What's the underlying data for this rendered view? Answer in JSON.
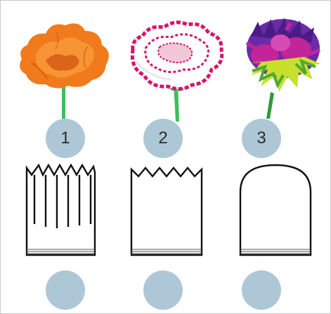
{
  "flowers": [
    {
      "name": "orange-flower",
      "number": "1",
      "colors": {
        "petal": "#f07a1c",
        "petal_dark": "#c9490c",
        "petal_light": "#f89a3a",
        "stem": "#3cbf5a"
      }
    },
    {
      "name": "carnation",
      "number": "2",
      "colors": {
        "petal": "#ffffff",
        "edge": "#d4146c",
        "center": "#f2c7d8",
        "stem": "#3cbf5a"
      }
    },
    {
      "name": "multicolor-flower",
      "number": "3",
      "colors": {
        "purple": "#6b2aa8",
        "magenta": "#c2259a",
        "lime": "#c7e02c",
        "green": "#4da83a",
        "stem": "#2f9a3a"
      }
    }
  ],
  "paper_shapes": [
    {
      "name": "fringed-strip",
      "answer": ""
    },
    {
      "name": "zigzag-strip",
      "answer": ""
    },
    {
      "name": "rounded-strip",
      "answer": ""
    }
  ],
  "badge_color": "#adc7d6"
}
